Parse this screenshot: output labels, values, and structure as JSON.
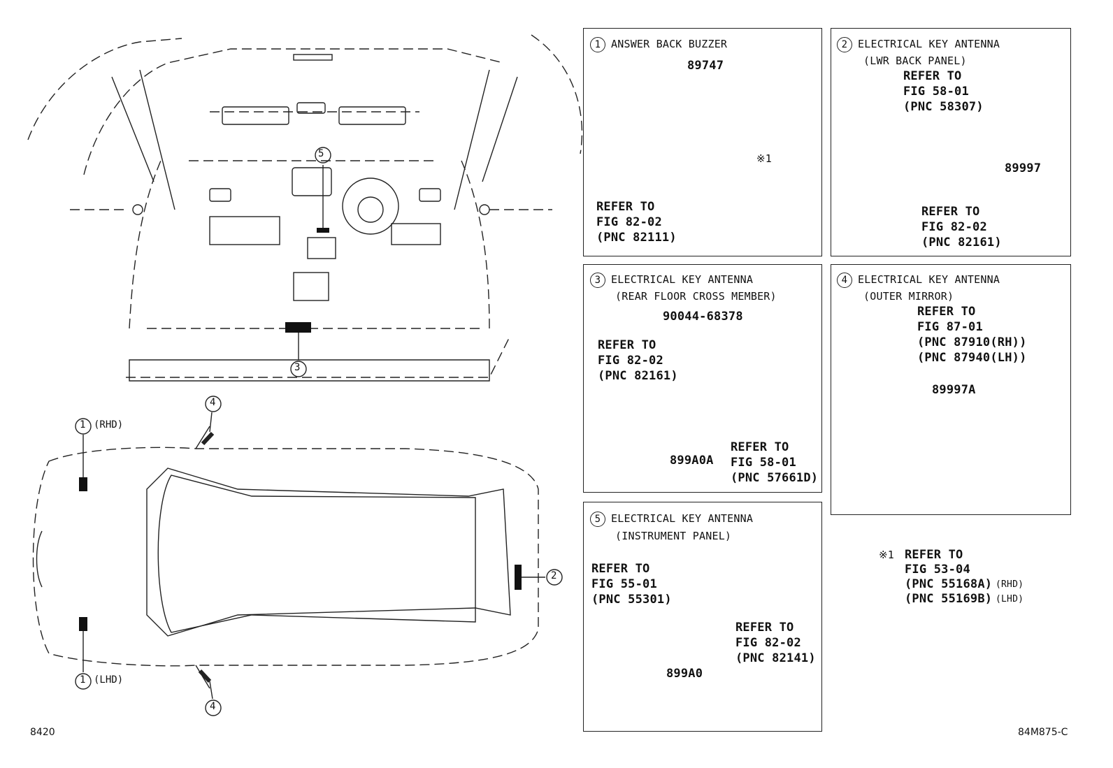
{
  "panels": {
    "p1": {
      "num": "1",
      "title": "ANSWER BACK BUZZER",
      "part": "89747",
      "note_mark": "※1",
      "ref": [
        "REFER TO",
        "FIG 82-02",
        "(PNC 82111)"
      ]
    },
    "p2": {
      "num": "2",
      "title": "ELECTRICAL KEY ANTENNA",
      "subtitle": "(LWR BACK PANEL)",
      "part": "89997",
      "ref_top": [
        "REFER TO",
        "FIG 58-01",
        "(PNC 58307)"
      ],
      "ref_bot": [
        "REFER TO",
        "FIG 82-02",
        "(PNC 82161)"
      ]
    },
    "p3": {
      "num": "3",
      "title": "ELECTRICAL KEY ANTENNA",
      "subtitle": "(REAR FLOOR CROSS MEMBER)",
      "bolt": "90044-68378",
      "part": "899A0A",
      "ref_left": [
        "REFER TO",
        "FIG 82-02",
        "(PNC 82161)"
      ],
      "ref_right": [
        "REFER TO",
        "FIG 58-01",
        "(PNC 57661D)"
      ]
    },
    "p4": {
      "num": "4",
      "title": "ELECTRICAL KEY ANTENNA",
      "subtitle": "(OUTER MIRROR)",
      "part": "89997A",
      "ref": [
        "REFER TO",
        "FIG 87-01",
        "(PNC 87910(RH))",
        "(PNC 87940(LH))"
      ]
    },
    "p5": {
      "num": "5",
      "title": "ELECTRICAL KEY ANTENNA",
      "subtitle": "(INSTRUMENT PANEL)",
      "part": "899A0",
      "ref_left": [
        "REFER TO",
        "FIG 55-01",
        "(PNC 55301)"
      ],
      "ref_right": [
        "REFER TO",
        "FIG 82-02",
        "(PNC 82141)"
      ]
    }
  },
  "footnote": {
    "mark": "※1",
    "lines": [
      "REFER TO",
      "FIG 53-04",
      "(PNC 55168A)",
      "(PNC 55169B)"
    ],
    "suffix": [
      "(RHD)",
      "(LHD)"
    ]
  },
  "callouts": {
    "c1": "1",
    "c2": "2",
    "c3": "3",
    "c4": "4",
    "c5": "5",
    "rhd": "(RHD)",
    "lhd": "(LHD)"
  },
  "corner_left": "8420",
  "corner_right": "84M875-C"
}
